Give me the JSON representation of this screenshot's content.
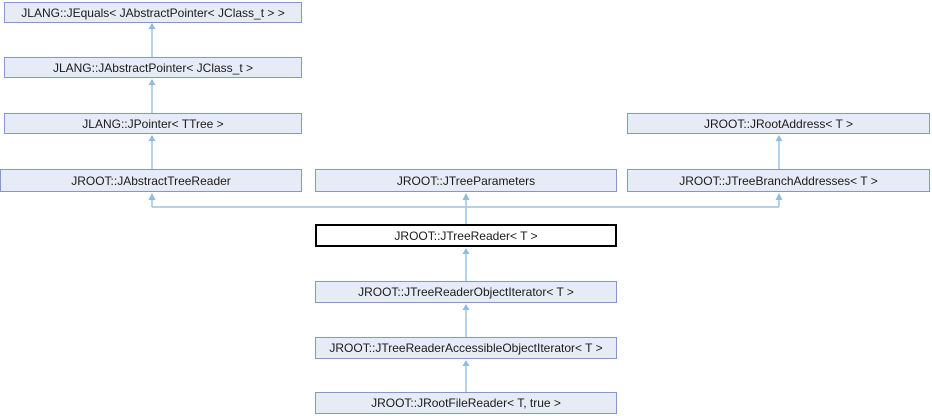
{
  "diagram": {
    "kind": "class-inheritance-graph",
    "nodes": [
      {
        "id": "jequals",
        "label": "JLANG::JEquals< JAbstractPointer< JClass_t > >",
        "current": false
      },
      {
        "id": "jabstractpointer",
        "label": "JLANG::JAbstractPointer< JClass_t >",
        "current": false
      },
      {
        "id": "jpointer",
        "label": "JLANG::JPointer< TTree >",
        "current": false
      },
      {
        "id": "jrootaddress",
        "label": "JROOT::JRootAddress< T >",
        "current": false
      },
      {
        "id": "jabstracttreereader",
        "label": "JROOT::JAbstractTreeReader",
        "current": false
      },
      {
        "id": "jtreeparameters",
        "label": "JROOT::JTreeParameters",
        "current": false
      },
      {
        "id": "jtreebranchaddresses",
        "label": "JROOT::JTreeBranchAddresses< T >",
        "current": false
      },
      {
        "id": "jtreereader",
        "label": "JROOT::JTreeReader< T >",
        "current": true
      },
      {
        "id": "jtreereaderobjectiterator",
        "label": "JROOT::JTreeReaderObjectIterator< T >",
        "current": false
      },
      {
        "id": "jtreereaderaccessibleobjectiterator",
        "label": "JROOT::JTreeReaderAccessibleObjectIterator< T >",
        "current": false
      },
      {
        "id": "jrootfilereader",
        "label": "JROOT::JRootFileReader< T, true >",
        "current": false
      }
    ],
    "edges": [
      {
        "from": "jabstractpointer",
        "to": "jequals"
      },
      {
        "from": "jpointer",
        "to": "jabstractpointer"
      },
      {
        "from": "jabstracttreereader",
        "to": "jpointer"
      },
      {
        "from": "jtreebranchaddresses",
        "to": "jrootaddress"
      },
      {
        "from": "jtreereader",
        "to": "jabstracttreereader"
      },
      {
        "from": "jtreereader",
        "to": "jtreeparameters"
      },
      {
        "from": "jtreereader",
        "to": "jtreebranchaddresses"
      },
      {
        "from": "jtreereaderobjectiterator",
        "to": "jtreereader"
      },
      {
        "from": "jtreereaderaccessibleobjectiterator",
        "to": "jtreereaderobjectiterator"
      },
      {
        "from": "jrootfilereader",
        "to": "jtreereaderaccessibleobjectiterator"
      }
    ],
    "colors": {
      "bg": "#ffffff",
      "box-fill": "#e7ebf6",
      "box-border": "#8498c8",
      "current-fill": "#ffffff",
      "current-border": "#000000",
      "edge": "#9cc4e6",
      "edge-arrow": "#8fbce0",
      "text": "#1a1a1a"
    }
  }
}
